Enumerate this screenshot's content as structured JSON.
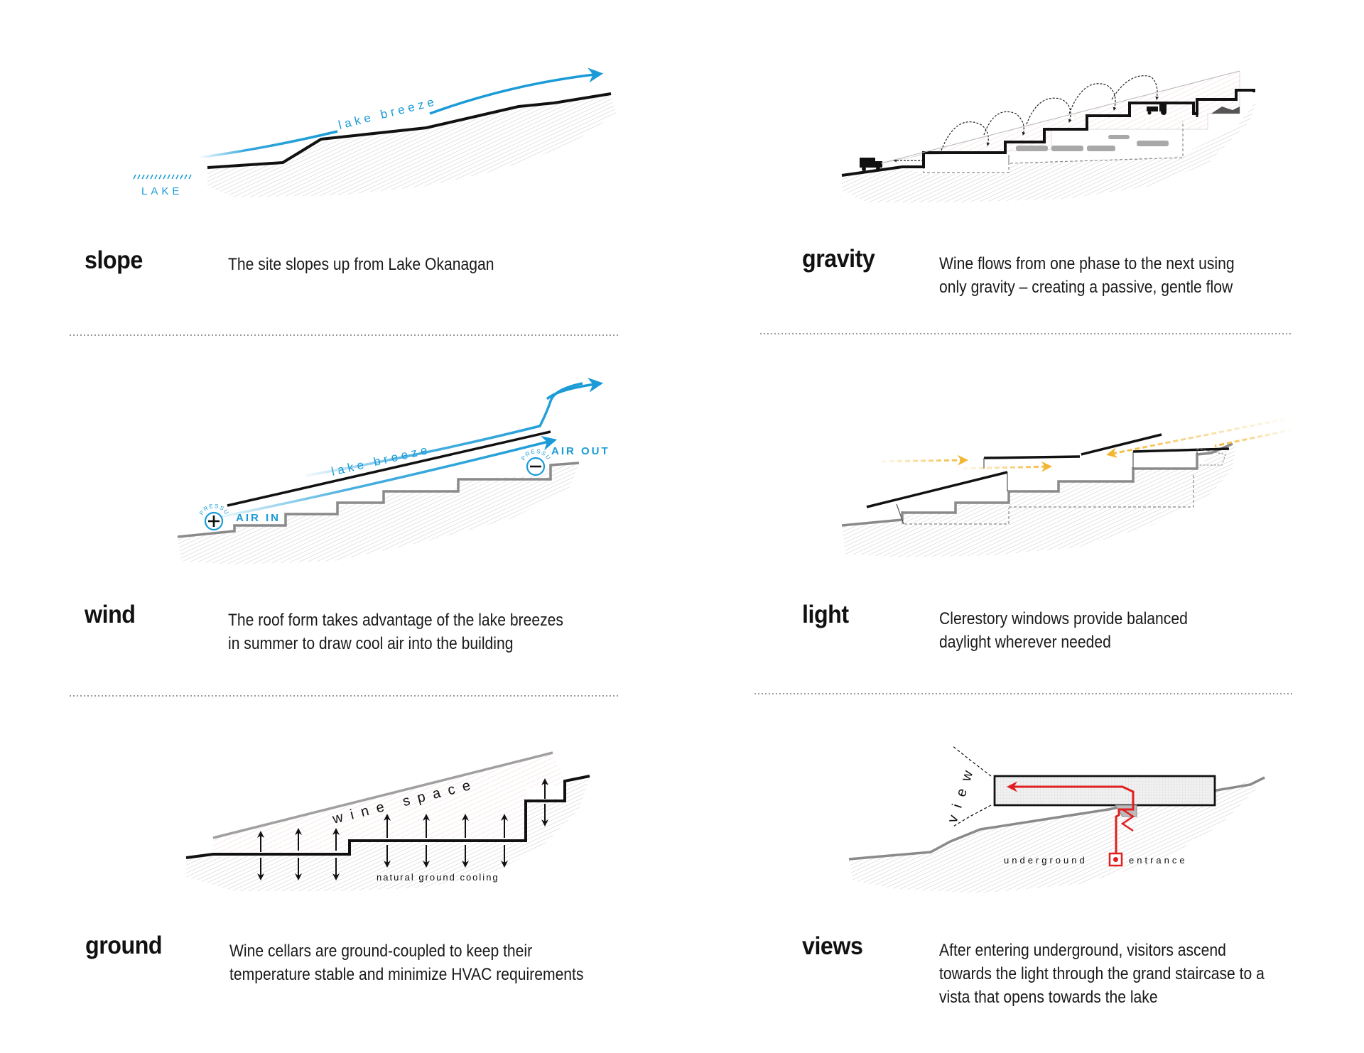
{
  "panels": {
    "slope": {
      "title": "slope",
      "desc": [
        "The site slopes up from Lake Okanagan"
      ],
      "labels": {
        "breeze": "lake breeze",
        "lake": "LAKE"
      }
    },
    "gravity": {
      "title": "gravity",
      "desc": [
        "Wine flows from one phase to the next using",
        "only gravity – creating a passive, gentle flow"
      ]
    },
    "wind": {
      "title": "wind",
      "desc": [
        "The roof form takes advantage of the lake breezes",
        "in summer to draw cool air into the building"
      ],
      "labels": {
        "breeze": "lake breeze",
        "air_in": "AIR IN",
        "air_out": "AIR OUT",
        "pressure": "PRESSURE"
      }
    },
    "light": {
      "title": "light",
      "desc": [
        "Clerestory windows provide balanced",
        "daylight wherever needed"
      ]
    },
    "ground": {
      "title": "ground",
      "desc": [
        "Wine cellars are ground-coupled to keep their",
        "temperature stable and minimize HVAC requirements"
      ],
      "labels": {
        "space": "wine space",
        "cooling": "natural ground cooling"
      }
    },
    "views": {
      "title": "views",
      "desc": [
        "After entering underground, visitors ascend",
        "towards the light through the grand staircase to a",
        "vista that opens towards the lake"
      ],
      "labels": {
        "view": "view",
        "underground": "underground",
        "entrance": "entrance"
      }
    }
  },
  "colors": {
    "blue": "#1a9bd7",
    "black": "#111111",
    "grey": "#8a8a8a",
    "red": "#e02020",
    "yellow": "#f2b632"
  }
}
